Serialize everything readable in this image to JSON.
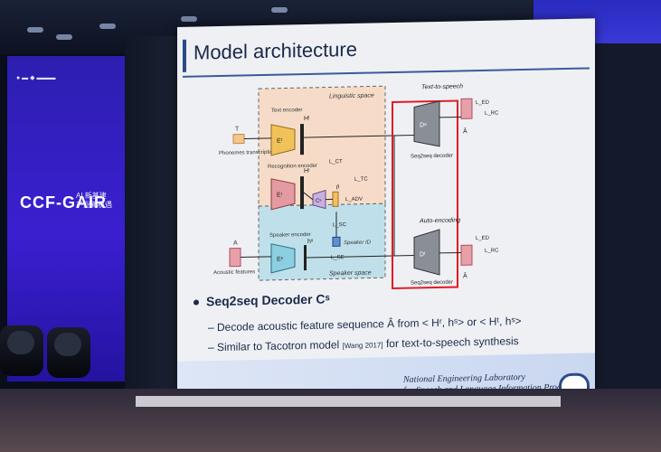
{
  "left_screen": {
    "title": "CCF-GAIR",
    "subtitle_line1": "AI 新基建",
    "subtitle_line2": "产业新机遇"
  },
  "slide": {
    "title": "Model architecture",
    "diagram": {
      "linguistic_space": "Linguistic space",
      "speaker_space": "Speaker space",
      "text_to_speech": "Text-to-speech",
      "auto_encoding": "Auto-encoding",
      "text_encoder": "Text encoder",
      "recognition_encoder": "Recognition encoder",
      "speaker_encoder": "Speaker encoder",
      "phonemes": "Phonemes transcriptions",
      "acoustic_features": "Acoustic features",
      "speaker_id": "Speaker ID",
      "seq2seq_decoder": "Seq2seq decoder",
      "input_t": "T",
      "input_a": "A",
      "block_et": "Eᵗ",
      "block_er": "Eʳ",
      "block_cs": "Cˢ",
      "block_es": "Eˢ",
      "block_da": "Dᵃ",
      "block_dt": "Dᵗ",
      "h_t": "Hᵗ",
      "h_r": "Hʳ",
      "h_s": "hˢ",
      "p_hat": "p̂",
      "a_hat": "Â",
      "l_ct": "L_CT",
      "l_tc": "L_TC",
      "l_adv": "L_ADV",
      "l_sc": "L_SC",
      "l_se": "L_SE",
      "l_ed": "L_ED",
      "l_rc": "L_RC"
    },
    "bullets": {
      "main": "Seq2seq Decoder Cˢ",
      "sub1": "Decode acoustic feature sequence Â from < Hʳ, hˢ> or < Hᵗ, hˢ>",
      "sub2_text": "Similar to Tacotron model",
      "sub2_cite": "[Wang 2017]",
      "sub2_tail": "for text-to-speech synthesis"
    },
    "footer": {
      "line1": "National Engineering Laboratory",
      "line2": "for Speech and Language Information Processing"
    }
  },
  "colors": {
    "slide_bg": "#eef0f4",
    "linguistic_bg": "#f6dcc8",
    "speaker_bg": "#bfe0ea",
    "highlight_box": "#e11c24",
    "stage_blue": "#3a1fd0"
  }
}
